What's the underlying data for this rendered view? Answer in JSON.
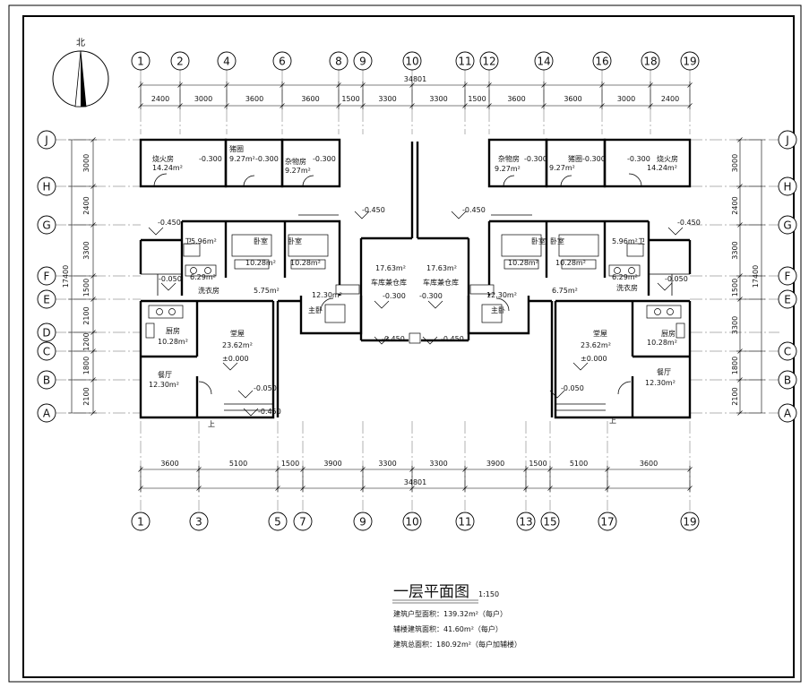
{
  "drawing": {
    "title": "一层平面图",
    "scale": "1:150",
    "north_label": "北",
    "notes": [
      "建筑户型面积：139.32m²（每户）",
      "辅楼建筑面积：41.60m²（每户）",
      "建筑总面积：180.92m²（每户加辅楼）"
    ]
  },
  "axes_top": [
    "1",
    "2",
    "4",
    "6",
    "8",
    "9",
    "10",
    "11",
    "12",
    "14",
    "16",
    "18",
    "19"
  ],
  "axes_bottom": [
    "1",
    "3",
    "5",
    "7",
    "9",
    "10",
    "11",
    "13",
    "15",
    "17",
    "19"
  ],
  "axes_rows": [
    "J",
    "H",
    "G",
    "F",
    "E",
    "D",
    "C",
    "B",
    "A"
  ],
  "dims_top": {
    "total": "34801",
    "segments": [
      "2400",
      "3000",
      "3600",
      "3600",
      "1500",
      "3300",
      "3300",
      "1500",
      "3600",
      "3600",
      "3000",
      "2400"
    ]
  },
  "dims_bottom": {
    "total": "34801",
    "segments": [
      "3600",
      "5100",
      "1500",
      "3900",
      "3300",
      "3300",
      "3900",
      "1500",
      "5100",
      "3600"
    ]
  },
  "dims_left": {
    "total": "17400",
    "segments": [
      "3000",
      "2400",
      "3300",
      "1500",
      "2100",
      "1200",
      "1800",
      "2100"
    ]
  },
  "dims_right": {
    "total": "17400",
    "segments": [
      "3000",
      "2400",
      "3300",
      "1500",
      "3300",
      "1800",
      "2100"
    ]
  },
  "rooms_left": {
    "fire_room": "烧火房",
    "fire_area": "14.24m²",
    "pig_pen": "猪圈",
    "pig_area": "9.27m²",
    "storage": "杂物房",
    "storage_area": "9.27m²",
    "toilet": "卫",
    "toilet_area": "5.96m²",
    "laundry": "洗衣房",
    "laundry_area": "6.29m²",
    "bed1": "卧室",
    "bed1_area": "10.28m²",
    "bed2": "卧室",
    "bed2_area": "10.28m²",
    "hall_area": "5.75m²",
    "master": "主卧",
    "master_area": "12.30m²",
    "garage": "车库兼仓库",
    "garage_area": "17.63m²",
    "kitchen": "厨房",
    "kitchen_area": "10.28m²",
    "living": "堂屋",
    "living_area": "23.62m²",
    "dining": "餐厅",
    "dining_area": "12.30m²"
  },
  "rooms_right": {
    "fire_room": "烧火房",
    "fire_area": "14.24m²",
    "pig_pen": "猪圈",
    "pig_area": "9.27m²",
    "storage": "杂物房",
    "storage_area": "9.27m²",
    "toilet": "卫",
    "toilet_area": "5.96m²",
    "laundry": "洗衣房",
    "laundry_area": "6.29m²",
    "bed1": "卧室",
    "bed1_area": "10.28m²",
    "bed2": "卧室",
    "bed2_area": "10.28m²",
    "hall_area": "6.75m²",
    "master": "主卧",
    "master_area": "12.30m²",
    "garage": "车库兼仓库",
    "garage_area": "17.63m²",
    "kitchen": "厨房",
    "kitchen_area": "10.28m²",
    "living": "堂屋",
    "living_area": "23.62m²",
    "dining": "餐厅",
    "dining_area": "12.30m²"
  },
  "levels": {
    "ancillary": "-0.300",
    "yard": "-0.450",
    "entry": "-0.050",
    "laundry": "-0.050",
    "garage": "-0.300",
    "floor": "±0.000"
  },
  "stair_label": "上"
}
